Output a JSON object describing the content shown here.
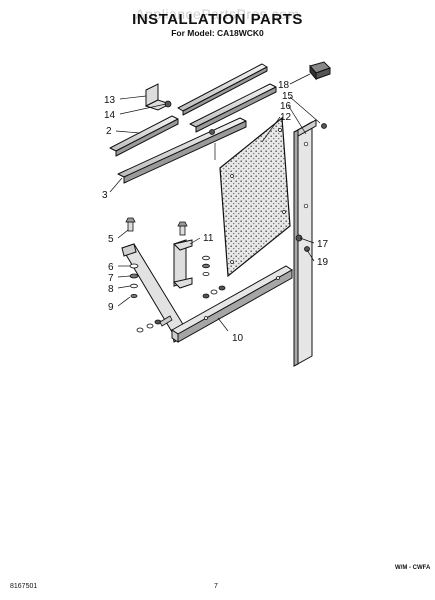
{
  "header": {
    "title": "INSTALLATION PARTS",
    "subtitle": "For Model: CA18WCK0",
    "watermark": "AppliancePartsPros.com"
  },
  "callouts": [
    "13",
    "14",
    "2",
    "3",
    "5",
    "6",
    "7",
    "8",
    "9",
    "11",
    "10",
    "18",
    "15",
    "16",
    "12",
    "17",
    "19"
  ],
  "footer": {
    "doc_code": "W/M - CWFA",
    "doc_number": "8167501",
    "page_number": "7"
  }
}
